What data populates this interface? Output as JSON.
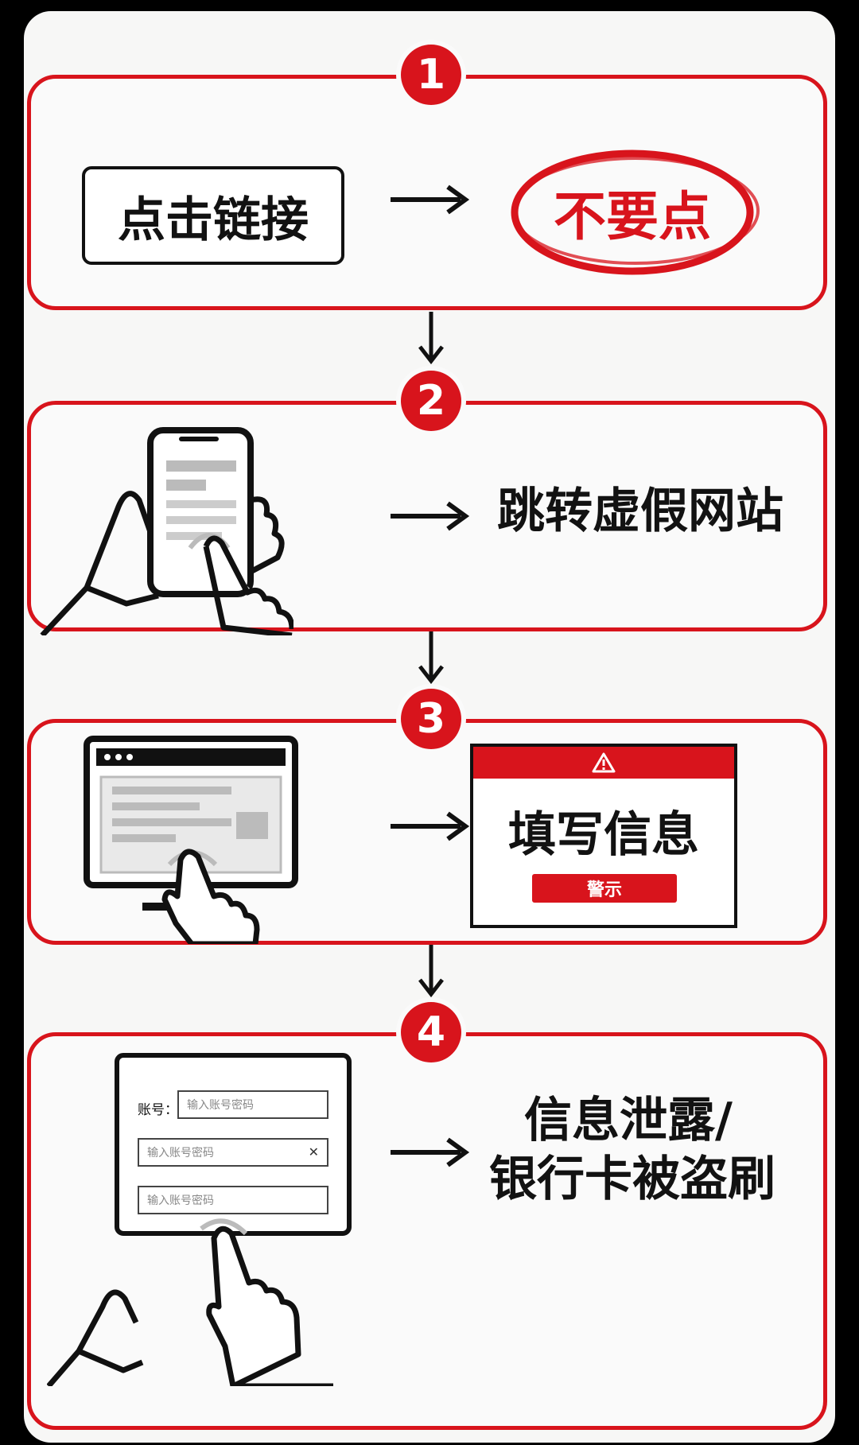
{
  "steps": [
    {
      "number": "1",
      "left_label": "点击链接",
      "right_label": "不要点"
    },
    {
      "number": "2",
      "right_label": "跳转虚假网站"
    },
    {
      "number": "3",
      "card_title": "填写信息",
      "card_button": "警示"
    },
    {
      "number": "4",
      "result_line1": "信息泄露/",
      "result_line2": "银行卡被盗刷",
      "form": {
        "account_label": "账号：",
        "field1_text": "输入账号密码",
        "field2_text": "输入账号密码",
        "field3_text": "输入账号密码"
      }
    }
  ],
  "colors": {
    "accent": "#d8141c",
    "ink": "#121212",
    "background": "#f7f7f6"
  },
  "icons": [
    "arrow-right-icon",
    "arrow-down-icon",
    "warning-icon",
    "close-icon",
    "smartphone-hand-icon",
    "monitor-hand-icon",
    "tablet-hand-icon"
  ]
}
